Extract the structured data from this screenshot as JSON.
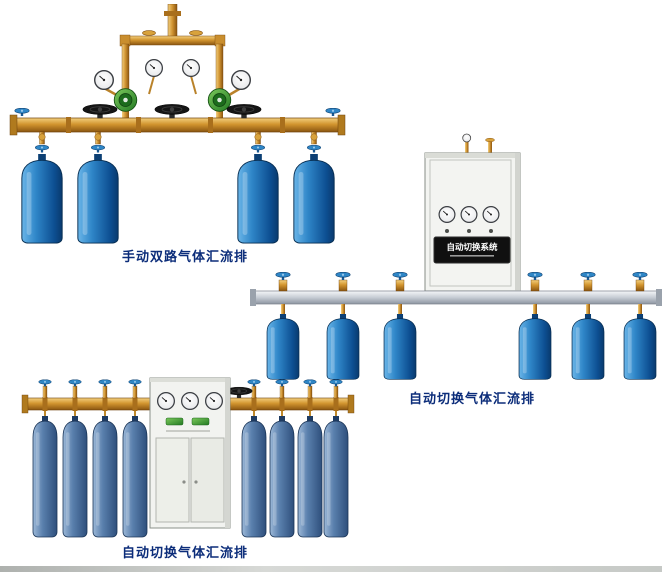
{
  "page": {
    "background": "#ffffff",
    "bottom_divider_color": "#c3c6c3"
  },
  "colors": {
    "caption_text": "#0c2d7a",
    "cylinder_blue": "#2f86c8",
    "cylinder_slate": "#5a80ad",
    "brass_pipe": "#d2952f",
    "silver_pipe": "#c6ccd4",
    "regulator_green": "#2f8b2f",
    "cabinet_body": "#f3f4f1",
    "panel_black": "#101010"
  },
  "figures": [
    {
      "id": "manual-dual-manifold",
      "caption": "手动双路气体汇流排",
      "cylinder_count": 4,
      "regulator_count": 2,
      "gauge_count": 4,
      "handwheel_count": 3
    },
    {
      "id": "auto-switch-manifold-right",
      "caption": "自动切换气体汇流排",
      "cabinet_title": "自动切换系统",
      "cylinder_count": 6,
      "gauge_count": 3
    },
    {
      "id": "auto-switch-manifold-bottom",
      "caption": "自动切换气体汇流排",
      "cylinder_count": 8,
      "gauge_count": 3
    }
  ]
}
